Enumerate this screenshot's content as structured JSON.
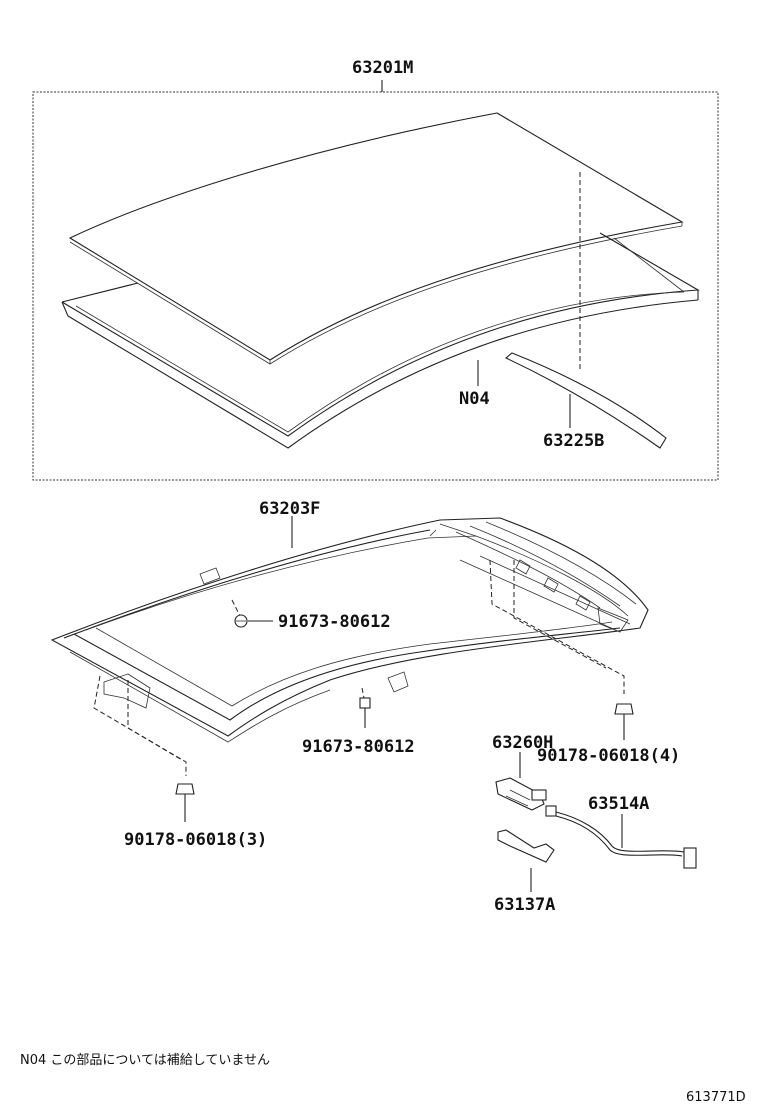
{
  "parts": {
    "glass_assy": "63201M",
    "not_supplied_ref": "N04",
    "weatherstrip": "63225B",
    "housing_frame": "63203F",
    "screw_upper": "91673-80612",
    "screw_lower": "91673-80612",
    "nut_right": "90178-06018(4)",
    "nut_left": "90178-06018(3)",
    "drive_motor": "63260H",
    "motor_bracket": "63137A",
    "wire_harness": "63514A"
  },
  "footer": {
    "note": "N04 この部品については補給していません",
    "drawing_code": "613771D"
  }
}
